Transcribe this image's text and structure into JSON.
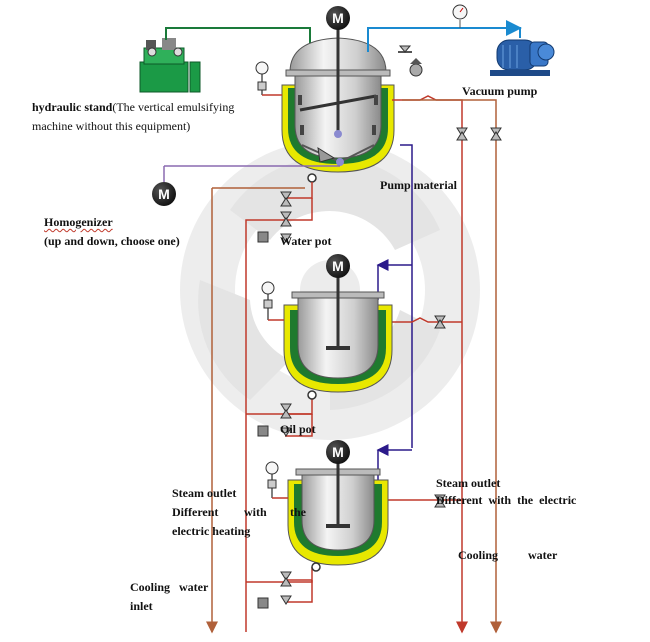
{
  "labels": {
    "hydraulic_title": "hydraulic stand",
    "hydraulic_note": "(The vertical emulsifying",
    "hydraulic_note_2": "machine without this equipment)",
    "vacuum_pump": "Vacuum pump",
    "pump_material": "Pump material",
    "homogenizer": "Homogenizer",
    "homogenizer_note": "(up and down, choose one)",
    "water_pot": "Water pot",
    "oil_pot": "Oil pot",
    "steam_outlet_left": "Steam outlet",
    "different_left_a": "Different",
    "different_left_b": "with",
    "different_left_c": "the",
    "electric_heating": "electric heating",
    "steam_outlet_right": "Steam outlet",
    "different_right": "Different  with  the  electric",
    "cooling_water_right": "Cooling          water",
    "cooling_water_inlet_a": "Cooling   water",
    "cooling_water_inlet_b": "inlet",
    "motor": "M"
  },
  "colors": {
    "steam": "#c0392b",
    "material": "#2b1a8a",
    "hydraulic": "#1a7a3a",
    "vacuum": "#1a8ad0",
    "jacket_outer": "#e8e800",
    "jacket_inner": "#1f7a2e",
    "logo": "#e6e6e6"
  }
}
